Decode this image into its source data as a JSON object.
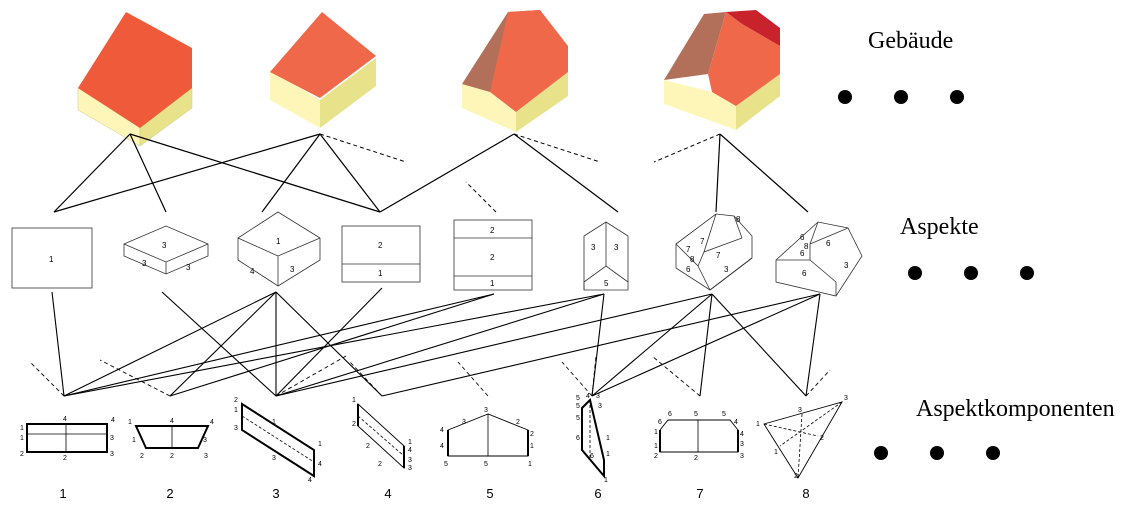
{
  "labels": {
    "buildings": "Gebäude",
    "aspects": "Aspekte",
    "components": "Aspektkomponenten"
  },
  "aspect_labels": {
    "a1": [
      "1"
    ],
    "a2": [
      "3",
      "3",
      "3"
    ],
    "a3": [
      "1",
      "4",
      "3"
    ],
    "a4": [
      "2",
      "1"
    ],
    "a5": [
      "2",
      "2",
      "1"
    ],
    "a6": [
      "3",
      "3",
      "5"
    ],
    "a7": [
      "7",
      "7",
      "8",
      "6",
      "8",
      "7",
      "3"
    ],
    "a8": [
      "6",
      "6",
      "8",
      "6",
      "6",
      "3"
    ]
  },
  "component_numbers": [
    "1",
    "2",
    "3",
    "4",
    "5",
    "6",
    "7",
    "8"
  ],
  "colors": {
    "roof_main": "#ee5a3a",
    "roof_light": "#f0684a",
    "roof_brown": "#b26f59",
    "roof_dark": "#c8232d",
    "wall_light": "#fdf6b8",
    "wall_side": "#e8e28a"
  }
}
